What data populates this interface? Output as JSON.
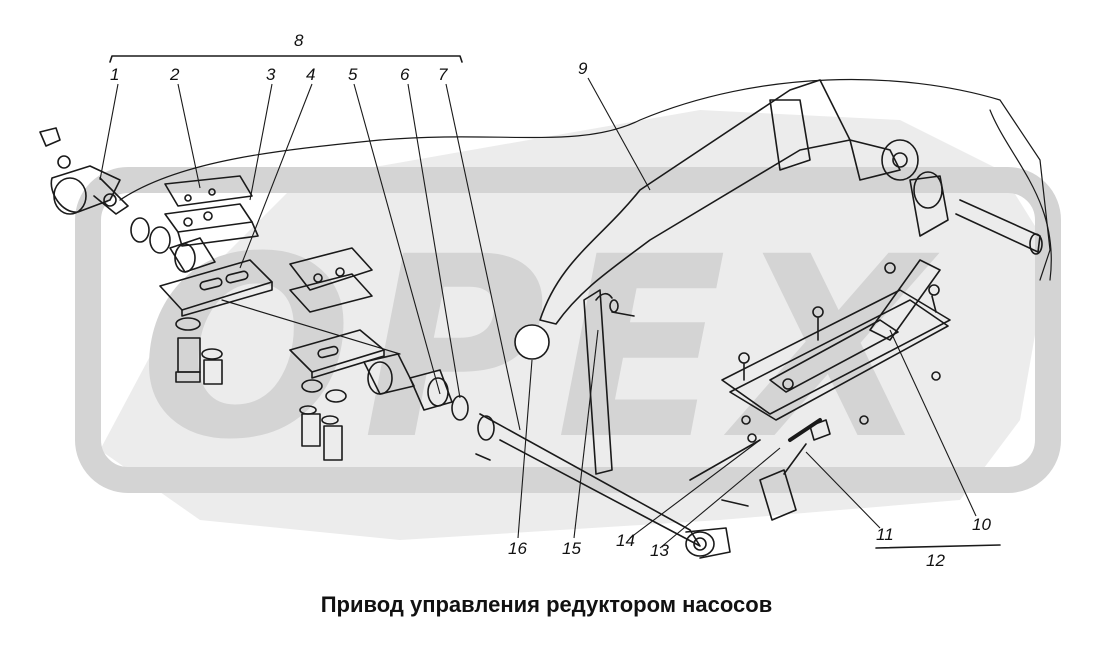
{
  "caption": "Привод управления редуктором насосов",
  "watermark": {
    "text": "OPEX",
    "color": "#d4d4d4"
  },
  "callouts": [
    {
      "id": "1",
      "label": "1"
    },
    {
      "id": "2",
      "label": "2"
    },
    {
      "id": "3",
      "label": "3"
    },
    {
      "id": "4",
      "label": "4"
    },
    {
      "id": "5",
      "label": "5"
    },
    {
      "id": "6",
      "label": "6"
    },
    {
      "id": "7",
      "label": "7"
    },
    {
      "id": "8",
      "label": "8"
    },
    {
      "id": "9",
      "label": "9"
    },
    {
      "id": "10",
      "label": "10"
    },
    {
      "id": "11",
      "label": "11"
    },
    {
      "id": "12",
      "label": "12"
    },
    {
      "id": "13",
      "label": "13"
    },
    {
      "id": "14",
      "label": "14"
    },
    {
      "id": "15",
      "label": "15"
    },
    {
      "id": "16",
      "label": "16"
    }
  ],
  "colors": {
    "line": "#1a1a1a",
    "watermark": "#d4d4d4"
  }
}
